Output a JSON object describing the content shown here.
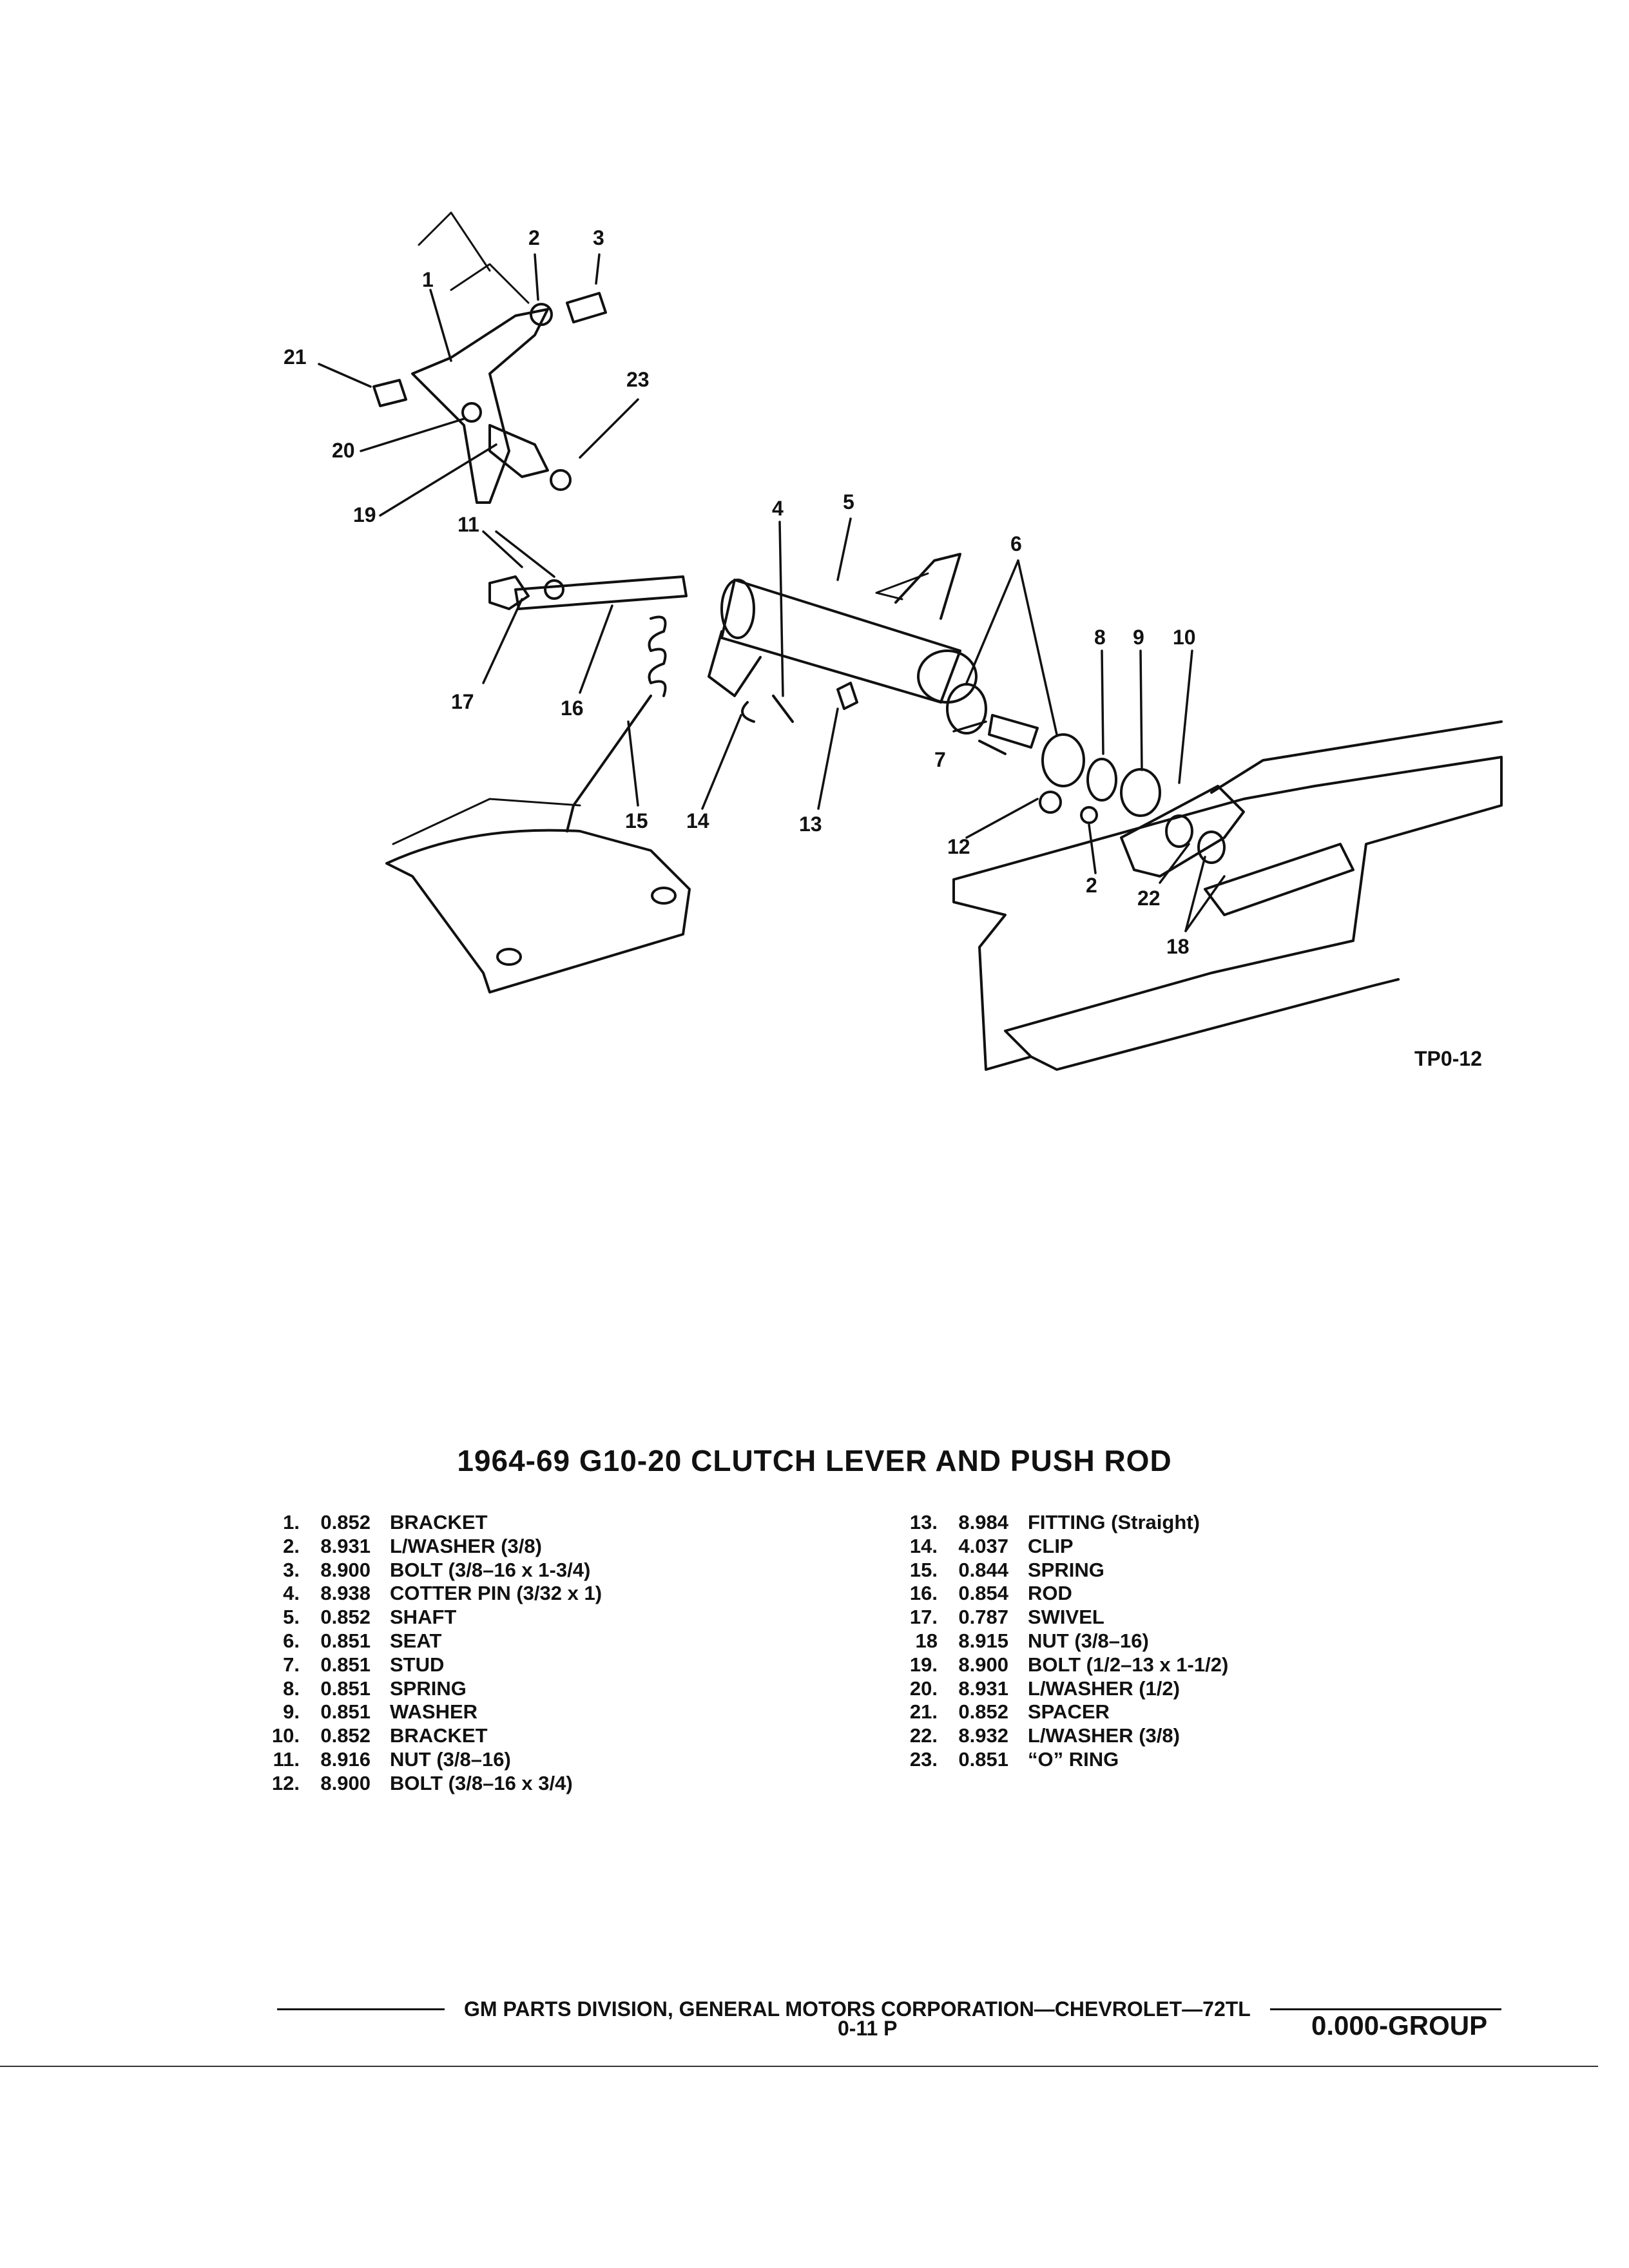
{
  "diagram": {
    "figure_id": "TP0-12",
    "callouts": [
      "1",
      "2",
      "3",
      "21",
      "23",
      "20",
      "19",
      "11",
      "4",
      "5",
      "6",
      "8",
      "9",
      "10",
      "17",
      "16",
      "15",
      "14",
      "13",
      "7",
      "12",
      "2",
      "22",
      "18"
    ]
  },
  "title": "1964-69 G10-20 CLUTCH LEVER AND PUSH ROD",
  "parts_left": [
    {
      "num": "1.",
      "code": "0.852",
      "desc": "BRACKET"
    },
    {
      "num": "2.",
      "code": "8.931",
      "desc": "L/WASHER (3/8)"
    },
    {
      "num": "3.",
      "code": "8.900",
      "desc": "BOLT (3/8–16 x 1-3/4)"
    },
    {
      "num": "4.",
      "code": "8.938",
      "desc": "COTTER PIN (3/32 x 1)"
    },
    {
      "num": "5.",
      "code": "0.852",
      "desc": "SHAFT"
    },
    {
      "num": "6.",
      "code": "0.851",
      "desc": "SEAT"
    },
    {
      "num": "7.",
      "code": "0.851",
      "desc": "STUD"
    },
    {
      "num": "8.",
      "code": "0.851",
      "desc": "SPRING"
    },
    {
      "num": "9.",
      "code": "0.851",
      "desc": "WASHER"
    },
    {
      "num": "10.",
      "code": "0.852",
      "desc": "BRACKET"
    },
    {
      "num": "11.",
      "code": "8.916",
      "desc": "NUT (3/8–16)"
    },
    {
      "num": "12.",
      "code": "8.900",
      "desc": "BOLT (3/8–16 x 3/4)"
    }
  ],
  "parts_right": [
    {
      "num": "13.",
      "code": "8.984",
      "desc": "FITTING (Straight)"
    },
    {
      "num": "14.",
      "code": "4.037",
      "desc": "CLIP"
    },
    {
      "num": "15.",
      "code": "0.844",
      "desc": "SPRING"
    },
    {
      "num": "16.",
      "code": "0.854",
      "desc": "ROD"
    },
    {
      "num": "17.",
      "code": "0.787",
      "desc": "SWIVEL"
    },
    {
      "num": "18",
      "code": "8.915",
      "desc": "NUT (3/8–16)"
    },
    {
      "num": "19.",
      "code": "8.900",
      "desc": "BOLT (1/2–13 x 1-1/2)"
    },
    {
      "num": "20.",
      "code": "8.931",
      "desc": "L/WASHER (1/2)"
    },
    {
      "num": "21.",
      "code": "0.852",
      "desc": "SPACER"
    },
    {
      "num": "22.",
      "code": "8.932",
      "desc": "L/WASHER (3/8)"
    },
    {
      "num": "23.",
      "code": "0.851",
      "desc": "“O” RING"
    }
  ],
  "footer": {
    "text": "GM PARTS DIVISION, GENERAL MOTORS CORPORATION—CHEVROLET—72TL",
    "page": "0-11 P",
    "group": "0.000-GROUP"
  }
}
